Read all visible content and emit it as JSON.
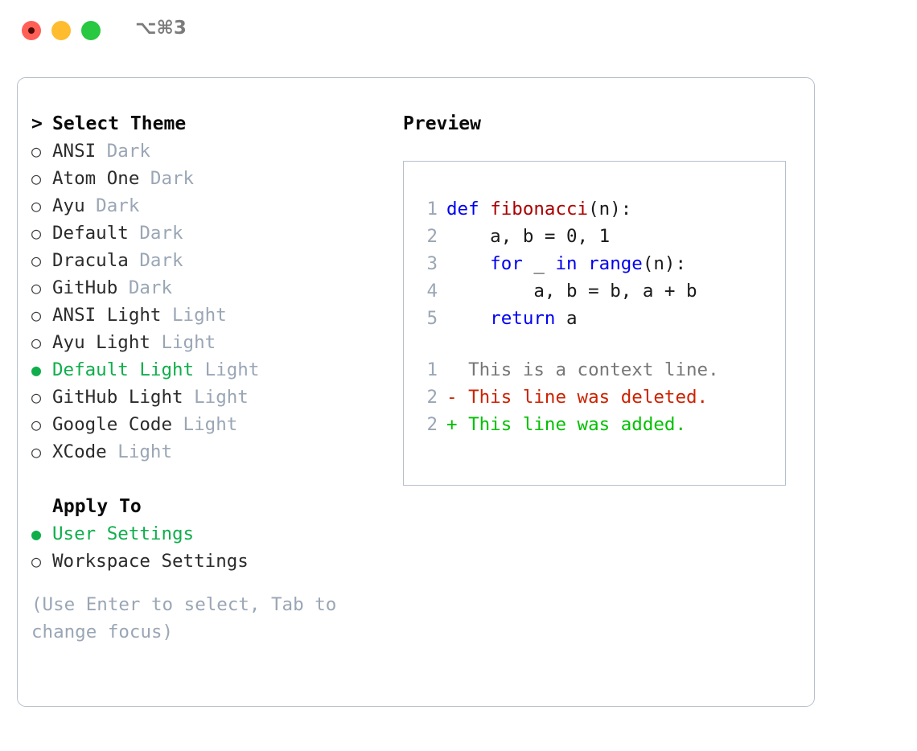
{
  "window": {
    "shortcut": "⌥⌘3",
    "traffic_lights": [
      "close",
      "minimize",
      "maximize"
    ]
  },
  "theme_panel": {
    "header_prefix": ">",
    "header": "Select Theme",
    "items": [
      {
        "bullet": "○",
        "name": "ANSI",
        "tag": "Dark",
        "selected": false
      },
      {
        "bullet": "○",
        "name": "Atom One",
        "tag": "Dark",
        "selected": false
      },
      {
        "bullet": "○",
        "name": "Ayu",
        "tag": "Dark",
        "selected": false
      },
      {
        "bullet": "○",
        "name": "Default",
        "tag": "Dark",
        "selected": false
      },
      {
        "bullet": "○",
        "name": "Dracula",
        "tag": "Dark",
        "selected": false
      },
      {
        "bullet": "○",
        "name": "GitHub",
        "tag": "Dark",
        "selected": false
      },
      {
        "bullet": "○",
        "name": "ANSI Light",
        "tag": "Light",
        "selected": false
      },
      {
        "bullet": "○",
        "name": "Ayu Light",
        "tag": "Light",
        "selected": false
      },
      {
        "bullet": "●",
        "name": "Default Light",
        "tag": "Light",
        "selected": true
      },
      {
        "bullet": "○",
        "name": "GitHub Light",
        "tag": "Light",
        "selected": false
      },
      {
        "bullet": "○",
        "name": "Google Code",
        "tag": "Light",
        "selected": false
      },
      {
        "bullet": "○",
        "name": "XCode",
        "tag": "Light",
        "selected": false
      }
    ],
    "apply_to_header": "Apply To",
    "apply_to_items": [
      {
        "bullet": "●",
        "name": "User Settings",
        "selected": true
      },
      {
        "bullet": "○",
        "name": "Workspace Settings",
        "selected": false
      }
    ],
    "hint": "(Use Enter to select, Tab to change focus)"
  },
  "preview": {
    "title": "Preview",
    "code_lines": [
      {
        "num": "1",
        "segments": [
          {
            "text": "def ",
            "kind": "kw"
          },
          {
            "text": "fibonacci",
            "kind": "fn"
          },
          {
            "text": "(n):",
            "kind": "plain"
          }
        ]
      },
      {
        "num": "2",
        "segments": [
          {
            "text": "    a, b = 0, 1",
            "kind": "plain"
          }
        ]
      },
      {
        "num": "3",
        "segments": [
          {
            "text": "    for",
            "kind": "kw"
          },
          {
            "text": " _ ",
            "kind": "plain"
          },
          {
            "text": "in range",
            "kind": "kw"
          },
          {
            "text": "(n):",
            "kind": "plain"
          }
        ]
      },
      {
        "num": "4",
        "segments": [
          {
            "text": "        a, b = b, a + b",
            "kind": "plain"
          }
        ]
      },
      {
        "num": "5",
        "segments": [
          {
            "text": "    return",
            "kind": "kw"
          },
          {
            "text": " a",
            "kind": "plain"
          }
        ]
      }
    ],
    "diff_lines": [
      {
        "num": "1",
        "marker": " ",
        "text": "  This is a context line.",
        "kind": "ctx"
      },
      {
        "num": "2",
        "marker": "-",
        "text": "- This line was deleted.",
        "kind": "del"
      },
      {
        "num": "2",
        "marker": "+",
        "text": "+ This line was added.",
        "kind": "add"
      }
    ]
  },
  "colors": {
    "selected_green": "#0fae4b",
    "tag_grey": "#9aa6b5",
    "border": "#b6bfcc",
    "keyword_blue": "#0000ee",
    "function_red": "#aa0000",
    "diff_deleted": "#cc2200",
    "diff_added": "#00c000",
    "context_grey": "#777777",
    "light_red": "#ff5f57",
    "light_yellow": "#febc2e",
    "light_green": "#28c840"
  }
}
